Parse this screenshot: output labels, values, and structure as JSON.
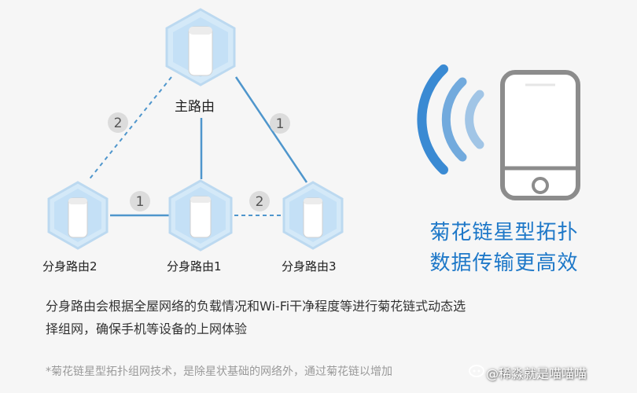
{
  "nodes": {
    "main": "主路由",
    "sub1": "分身路由1",
    "sub2": "分身路由2",
    "sub3": "分身路由3"
  },
  "links": {
    "main_sub3": "1",
    "main_sub2": "2",
    "sub2_sub1": "1",
    "sub1_sub3": "2"
  },
  "tagline": {
    "line1": "菊花链星型拓扑",
    "line2": "数据传输更高效"
  },
  "description": {
    "line1": "分身路由会根据全屋网络的负载情况和Wi-Fi干净程度等进行菊花链式动态选",
    "line2": "择组网，确保手机等设备的上网体验"
  },
  "footnote": "*菊花链星型拓扑组网技术，是除星状基础的网络外，通过菊花链以增加",
  "watermark": "@稀淼就是喵喵喵",
  "colors": {
    "hex_fill": "#d4e9f8",
    "hex_stroke": "#b7d6ef",
    "link_line": "#4f96cc",
    "badge": "#dcdcdc",
    "accent_text": "#1e78c8",
    "wifi_arc": "#3a8ad3",
    "phone_stroke": "#8c8c8c"
  }
}
